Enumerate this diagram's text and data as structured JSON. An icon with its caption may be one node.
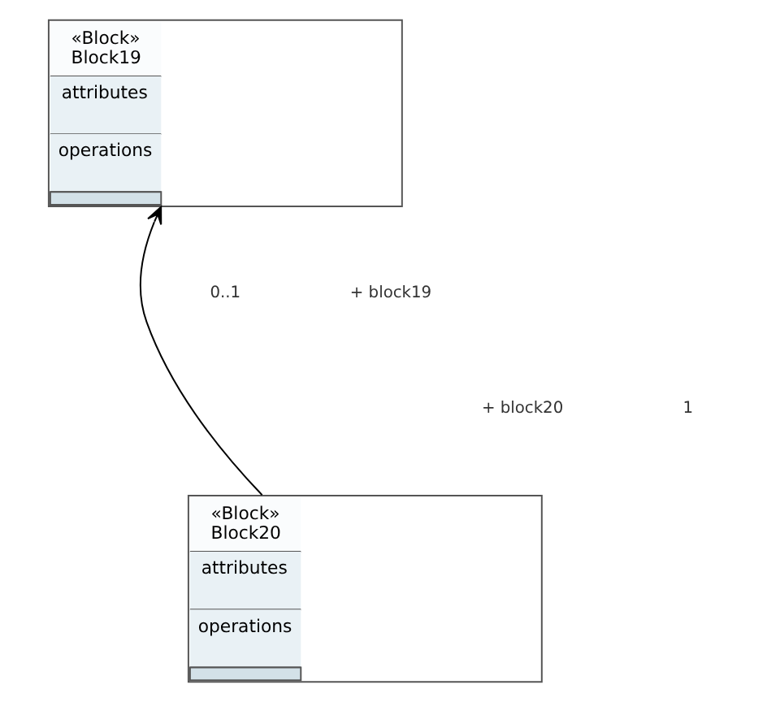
{
  "diagram": {
    "nodes": [
      {
        "text": [
          "«Block»",
          "Block19",
          "attributes",
          "operations"
        ]
      },
      {
        "text": [
          "«Block»",
          "Block20",
          "attributes",
          "operations"
        ]
      }
    ],
    "edges": [
      {
        "from": 1,
        "to": 0,
        "arrow": "to"
      }
    ],
    "labels": [
      "0..1",
      "+ block19",
      "+ block20",
      "1"
    ]
  }
}
